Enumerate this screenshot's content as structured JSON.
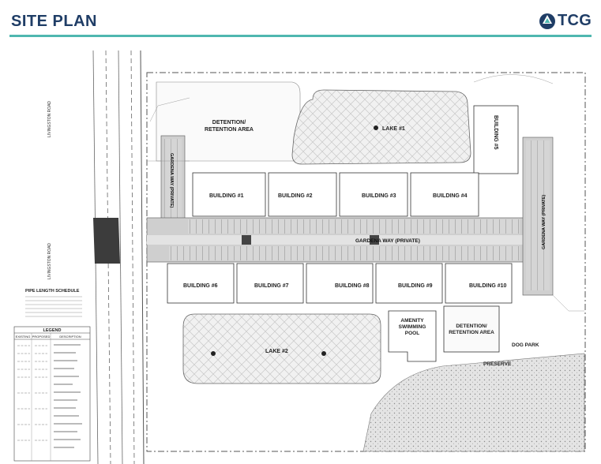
{
  "header": {
    "title": "SITE PLAN",
    "logo_text": "TCG",
    "rule_color": "#4fb7b0",
    "title_color": "#1f3d66"
  },
  "plan": {
    "roads": {
      "livingston_1": "LIVINGSTON ROAD",
      "livingston_2": "LIVINGSTON ROAD",
      "gardena_main": "GARDENA WAY (PRIVATE)",
      "gardena_west": "GARDENA WAY (PRIVATE)",
      "gardena_east": "GARDENA WAY (PRIVATE)"
    },
    "areas": {
      "detention_north_1": "DETENTION/",
      "detention_north_2": "RETENTION AREA",
      "detention_south_1": "DETENTION/",
      "detention_south_2": "RETENTION AREA",
      "lake1": "LAKE #1",
      "lake2": "LAKE #2",
      "amenity_1": "AMENITY",
      "amenity_2": "SWIMMING",
      "amenity_3": "POOL",
      "dog_park": "DOG PARK",
      "preserve": "PRESERVE"
    },
    "buildings": {
      "b1": "BUILDING #1",
      "b2": "BUILDING #2",
      "b3": "BUILDING #3",
      "b4": "BUILDING #4",
      "b5": "BUILDING #5",
      "b6": "BUILDING #6",
      "b7": "BUILDING #7",
      "b8": "BUILDING #8",
      "b9": "BUILDING #9",
      "b10": "BUILDING #10"
    },
    "pipe_schedule": {
      "title": "PIPE LENGTH SCHEDULE"
    },
    "legend": {
      "title": "LEGEND",
      "col_existing": "EXISTING",
      "col_proposed": "PROPOSED",
      "col_description": "DESCRIPTION"
    }
  }
}
